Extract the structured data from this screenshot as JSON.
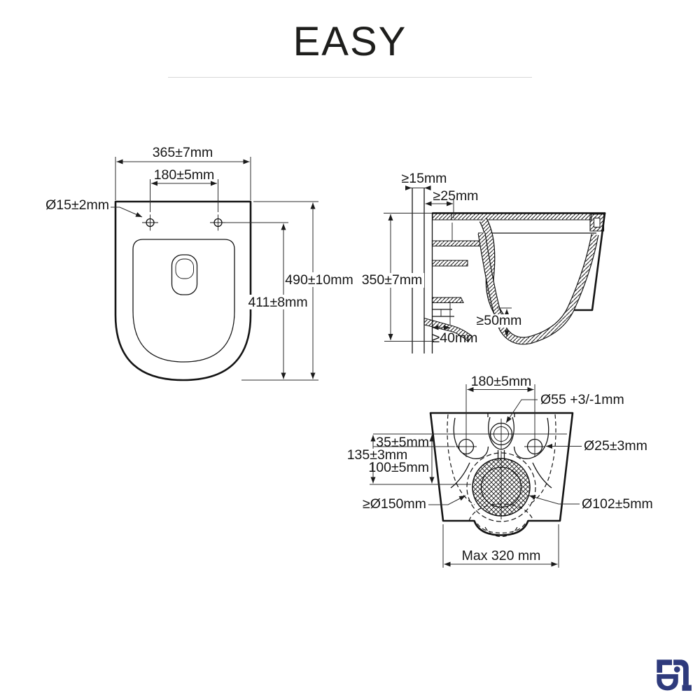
{
  "title": "EASY",
  "brand": {
    "logo_icon": "toilet-face-logo",
    "logo_color": "#2e3a7c"
  },
  "palette": {
    "ink": "#161616",
    "divider": "#d8d8d8",
    "background": "#ffffff"
  },
  "top_view": {
    "width": "365±7mm",
    "hole_spacing": "180±5mm",
    "hole_diameter": "Ø15±2mm",
    "depth": "490±10mm",
    "holes_to_front": "411±8mm"
  },
  "side_view": {
    "wall_clearance": "≥15mm",
    "inlet_depth": "≥25mm",
    "height": "350±7mm",
    "water_seal_depth": "≥50mm",
    "outlet_offset": "≥40mm"
  },
  "back_view": {
    "hole_spacing": "180±5mm",
    "inlet_diameter": "Ø55 +3/-1mm",
    "inlet_to_hole_axis": "35±5mm",
    "inlet_to_outlet_axis": "135±3mm",
    "hole_axis_to_outlet": "100±5mm",
    "hole_diameter": "Ø25±3mm",
    "outlet_clearance_diameter": "≥Ø150mm",
    "outlet_diameter": "Ø102±5mm",
    "max_width": "Max 320 mm"
  }
}
